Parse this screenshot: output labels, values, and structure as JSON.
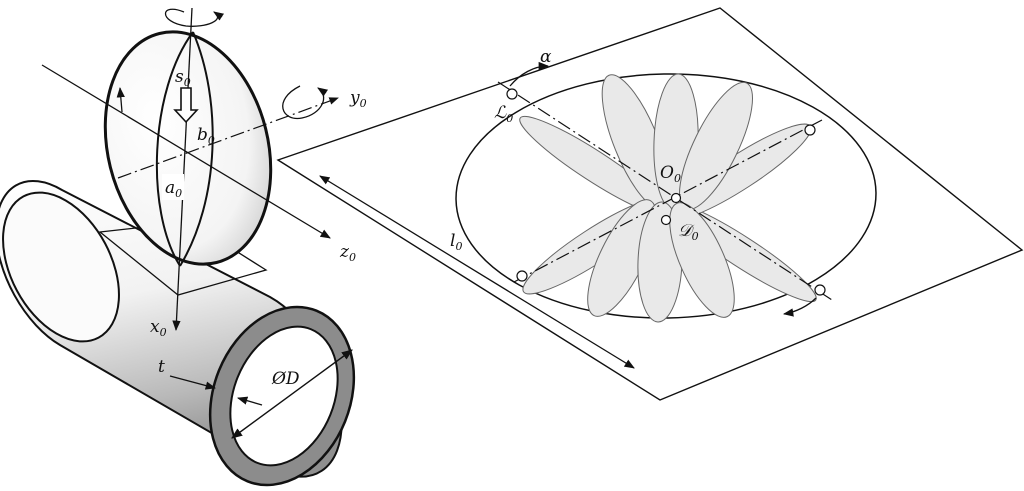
{
  "labels": {
    "s0": {
      "main": "s",
      "sub": "0"
    },
    "b0": {
      "main": "b",
      "sub": "0"
    },
    "a0": {
      "main": "a",
      "sub": "0"
    },
    "y0": {
      "main": "y",
      "sub": "0"
    },
    "z0": {
      "main": "z",
      "sub": "0"
    },
    "x0": {
      "main": "x",
      "sub": "0"
    },
    "t": "t",
    "diameter": "ØD",
    "alpha": "α",
    "L0": {
      "main": "ℒ",
      "sub": "0"
    },
    "O0": {
      "main": "O",
      "sub": "0"
    },
    "D0": {
      "main": "𝒟",
      "sub": "0"
    },
    "l0": {
      "main": "l",
      "sub": "0"
    }
  },
  "colors": {
    "stroke": "#111111",
    "petal_fill": "#e9e9e9",
    "tube_face": "#8c8c8c"
  },
  "icons": {
    "rotation_arrows": "curved-arrow-icon",
    "load_arrow": "hollow-down-arrow-icon"
  }
}
